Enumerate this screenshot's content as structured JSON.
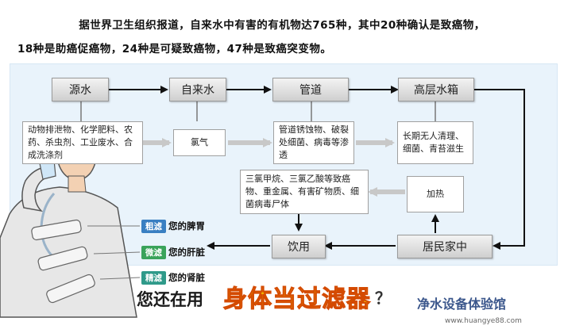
{
  "intro": {
    "line1": "据世界卫生组织报道，自来水中有害的有机物达765种，其中20种确认是致癌物，",
    "line2": "18种是助癌促癌物，24种是可疑致癌物，47种是致癌突变物。"
  },
  "stages": {
    "source": "源水",
    "tap": "自来水",
    "pipe": "管道",
    "tank": "高层水箱",
    "home": "居民家中",
    "drink": "饮用"
  },
  "boxes": {
    "source": "动物排泄物、化学肥料、农药、杀虫剂、工业废水、合成洗涤剂",
    "tap": "氯气",
    "pipe": "管道锈蚀物、破裂处细菌、病毒等渗透",
    "tank": "长期无人清理、细菌、青苔滋生",
    "heat": "加热",
    "result": "三氯甲烷、三氯乙酸等致癌物、重金属、有害矿物质、细菌病毒尸体"
  },
  "filters": [
    {
      "label": "粗滤",
      "organ": "您的脾胃",
      "color": "#3a7fc2"
    },
    {
      "label": "微滤",
      "organ": "您的肝脏",
      "color": "#3aa35a"
    },
    {
      "label": "精滤",
      "organ": "您的肾脏",
      "color": "#2f9a8a"
    }
  ],
  "footer": {
    "question_prefix": "您还在用",
    "question_highlight": "身体当过滤器",
    "question_mark": "？"
  },
  "watermark": {
    "text": "净水设备体验馆",
    "url": "www.huangye88.com"
  }
}
